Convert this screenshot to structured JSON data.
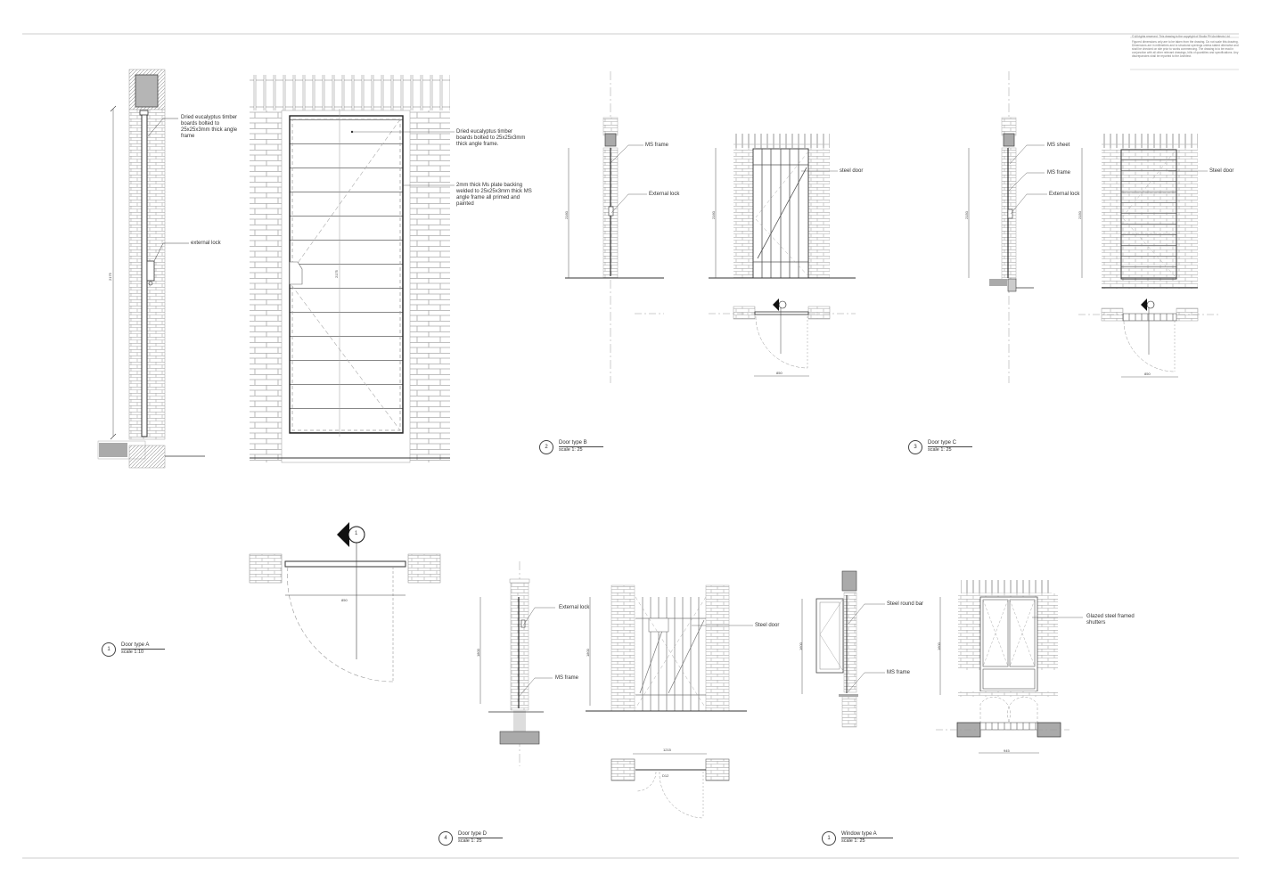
{
  "sheet": {
    "copyright_note": "© All rights reserved. This drawing is the copyright of Studio PH Architects Ltd.",
    "general_note": "Figured dimensions only are to be taken from the drawing. Do not scale this drawing. Dimensions are in millimetres and to structural openings unless stated otherwise and shall be checked on site prior to works commencing. The drawing is to be read in conjunction with all other relevant drawings, bills of quantities and specifications. Any discrepancies shall be reported to the Architect."
  },
  "door_a": {
    "number": "1",
    "title": "Door type A",
    "scale": "scale 1:10",
    "section_note_boards": "Dried eucalyptus timber boards bolted to 25x25x3mm thick angle frame",
    "section_note_lock": "external lock",
    "elev_note_boards": "Dried eucalyptus timber boards bolted to 25x25x3mm thick angle frame.",
    "elev_note_plate": "2mm thick Ms plate backing welded to 25x25x3mm thick MS angle frame all primed and painted",
    "height_dim": "2175",
    "width_dim": "850",
    "section_marker": "1"
  },
  "door_b": {
    "number": "2",
    "title": "Door type B",
    "scale": "scale 1: 25",
    "note_frame": "MS frame",
    "note_lock": "External lock",
    "note_door": "steel door",
    "height_dim": "2160",
    "width_dim": "850"
  },
  "door_c": {
    "number": "3",
    "title": "Door type C",
    "scale": "scale 1: 25",
    "note_sheet": "MS sheet",
    "note_frame": "MS frame",
    "note_lock": "External lock",
    "note_door": "Steel door",
    "height_dim": "2150",
    "width_dim": "850"
  },
  "door_d": {
    "number": "4",
    "title": "Door type D",
    "scale": "scale 1: 25",
    "note_lock": "External lock",
    "note_frame": "MS frame",
    "note_door": "Steel door",
    "height_dim": "1800",
    "width_dim": "1215",
    "plan_tag": "D12"
  },
  "window_a": {
    "number": "1",
    "title": "Window type A",
    "scale": "scale 1: 25",
    "note_bar": "Steel round bar",
    "note_frame": "MS frame",
    "note_shutters": "Glazed steel framed shutters",
    "height_dim": "1600",
    "width_dim": "945"
  },
  "colors": {
    "line": "#333333",
    "light_line": "#999999",
    "fill_grey": "#b5b5b5"
  }
}
